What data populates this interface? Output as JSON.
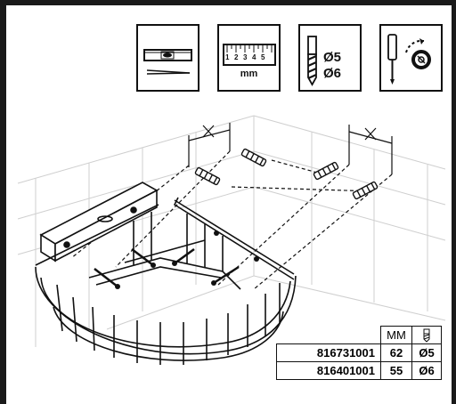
{
  "tools": {
    "level": {
      "icon": "spirit-level-icon"
    },
    "ruler": {
      "icon": "ruler-icon",
      "numbers": [
        "1",
        "2",
        "3",
        "4",
        "5"
      ],
      "unit": "mm"
    },
    "drill": {
      "icon": "drill-bit-icon",
      "sizes": [
        "Ø5",
        "Ø6"
      ]
    },
    "screwdriver": {
      "icon": "screwdriver-rotate-icon"
    }
  },
  "diagram": {
    "dimension_labels": [
      "X",
      "X"
    ],
    "illustration": "corner-shelf-wall-mounting-icon"
  },
  "spec_table": {
    "header": {
      "mm": "MM",
      "drill_icon": "drill-bit-icon"
    },
    "rows": [
      {
        "model": "816731001",
        "mm": "62",
        "drill": "Ø5"
      },
      {
        "model": "816401001",
        "mm": "55",
        "drill": "Ø6"
      }
    ]
  }
}
